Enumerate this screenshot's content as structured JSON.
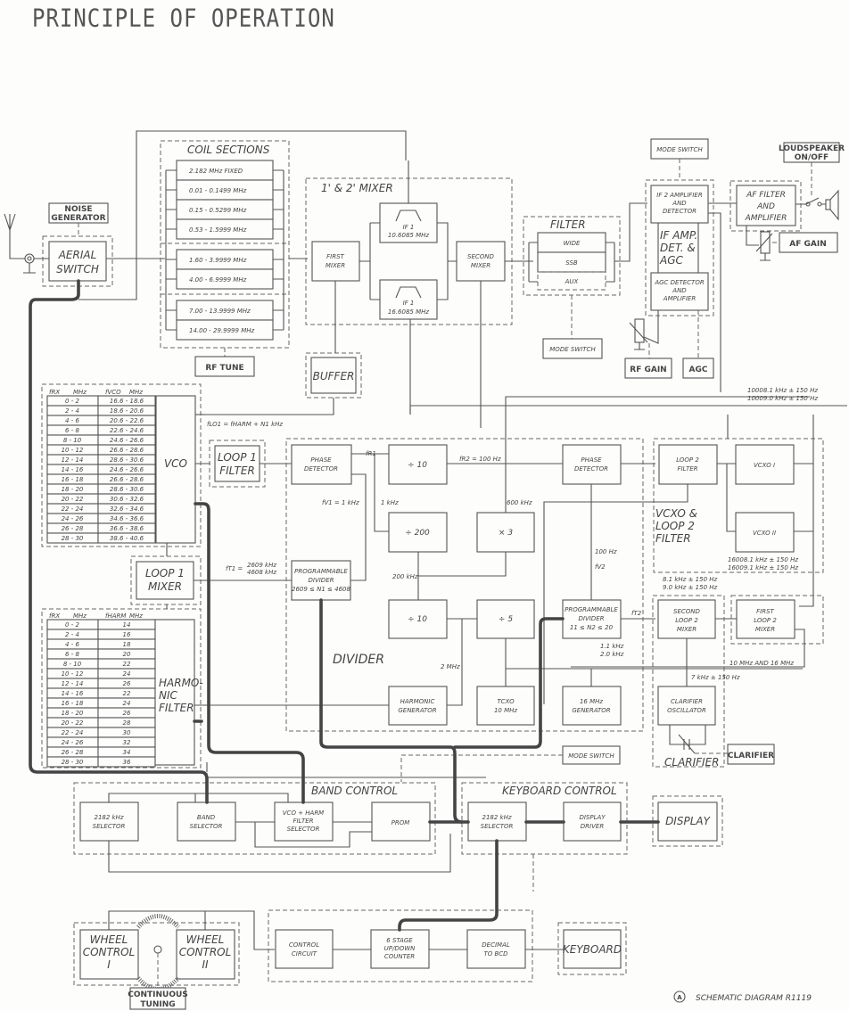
{
  "title": "PRINCIPLE OF OPERATION",
  "footer": {
    "mark": "A",
    "caption": "SCHEMATIC DIAGRAM R1119"
  },
  "antenna": {
    "noise_generator": [
      "NOISE",
      "GENERATOR"
    ],
    "aerial_switch": [
      "AERIAL",
      "SWITCH"
    ]
  },
  "coil_sections": {
    "title": "COIL SECTIONS",
    "bands": [
      "2.182 MHz FIXED",
      "0.01 - 0.1499 MHz",
      "0.15 - 0.5299 MHz",
      "0.53 - 1.5999 MHz",
      "1.60 - 3.9999 MHz",
      "4.00 - 6.9999 MHz",
      "7.00 - 13.9999 MHz",
      "14.00 - 29.9999 MHz"
    ],
    "rf_tune": "RF TUNE"
  },
  "mixer": {
    "title": "1' & 2' MIXER",
    "first": [
      "FIRST",
      "MIXER"
    ],
    "second": [
      "SECOND",
      "MIXER"
    ],
    "if1_a": [
      "IF 1",
      "10.6085 MHz"
    ],
    "if1_b": [
      "IF 1",
      "16.6085 MHz"
    ]
  },
  "buffer": "BUFFER",
  "filter": {
    "title": "FILTER",
    "options": [
      "WIDE",
      "SSB",
      "AUX"
    ],
    "mode_switch": "MODE SWITCH"
  },
  "if_amp": {
    "mode_switch": "MODE SWITCH",
    "if2": [
      "IF 2 AMPLIFIER",
      "AND",
      "DETECTOR"
    ],
    "label": [
      "IF AMP.",
      "DET. &",
      "AGC"
    ],
    "agc_det": [
      "AGC DETECTOR",
      "AND",
      "AMPLIFIER"
    ],
    "rf_gain": "RF GAIN",
    "agc": "AGC"
  },
  "af": {
    "box": [
      "AF FILTER",
      "AND",
      "AMPLIFIER"
    ],
    "loudspeaker": [
      "LOUDSPEAKER",
      "ON/OFF"
    ],
    "af_gain": "AF GAIN"
  },
  "vco_table": {
    "headers": [
      "fRX",
      "MHz",
      "fVCO",
      "MHz"
    ],
    "rows": [
      [
        "0 - 2",
        "16.6 - 18.6"
      ],
      [
        "2 - 4",
        "18.6 - 20.6"
      ],
      [
        "4 - 6",
        "20.6 - 22.6"
      ],
      [
        "6 - 8",
        "22.6 - 24.6"
      ],
      [
        "8 - 10",
        "24.6 - 26.6"
      ],
      [
        "10 - 12",
        "26.6 - 28.6"
      ],
      [
        "12 - 14",
        "28.6 - 30.6"
      ],
      [
        "14 - 16",
        "24.6 - 26.6"
      ],
      [
        "16 - 18",
        "26.6 - 28.6"
      ],
      [
        "18 - 20",
        "28.6 - 30.6"
      ],
      [
        "20 - 22",
        "30.6 - 32.6"
      ],
      [
        "22 - 24",
        "32.6 - 34.6"
      ],
      [
        "24 - 26",
        "34.6 - 36.6"
      ],
      [
        "26 - 28",
        "36.6 - 38.6"
      ],
      [
        "28 - 30",
        "38.6 - 40.6"
      ]
    ],
    "vco": "VCO"
  },
  "harm_table": {
    "headers": [
      "fRX",
      "MHz",
      "fHARM",
      "MHz"
    ],
    "rows": [
      [
        "0 - 2",
        "14"
      ],
      [
        "2 - 4",
        "16"
      ],
      [
        "4 - 6",
        "18"
      ],
      [
        "6 - 8",
        "20"
      ],
      [
        "8 - 10",
        "22"
      ],
      [
        "10 - 12",
        "24"
      ],
      [
        "12 - 14",
        "26"
      ],
      [
        "14 - 16",
        "22"
      ],
      [
        "16 - 18",
        "24"
      ],
      [
        "18 - 20",
        "26"
      ],
      [
        "20 - 22",
        "28"
      ],
      [
        "22 - 24",
        "30"
      ],
      [
        "24 - 26",
        "32"
      ],
      [
        "26 - 28",
        "34"
      ],
      [
        "28 - 30",
        "36"
      ]
    ],
    "filter": [
      "HARMO-",
      "NIC",
      "FILTER"
    ]
  },
  "loop1": {
    "filter": [
      "LOOP 1",
      "FILTER"
    ],
    "mixer": [
      "LOOP 1",
      "MIXER"
    ],
    "flo1": "fLO1 = fHARM + N1 kHz",
    "ft1": [
      "fT1 =",
      "2609 kHz",
      "4608 kHz"
    ]
  },
  "divider": {
    "title": "DIVIDER",
    "phase1": [
      "PHASE",
      "DETECTOR"
    ],
    "div10a": "÷ 10",
    "div200": "÷ 200",
    "x3": "× 3",
    "prog1": [
      "PROGRAMMABLE",
      "DIVIDER",
      "2609 ≤ N1 ≤ 4608"
    ],
    "div10b": "÷ 10",
    "div5": "÷ 5",
    "harmgen": [
      "HARMONIC",
      "GENERATOR"
    ],
    "tcxo": [
      "TCXO",
      "10 MHz"
    ],
    "phase2": [
      "PHASE",
      "DETECTOR"
    ],
    "prog2": [
      "PROGRAMMABLE",
      "DIVIDER",
      "11 ≤ N2 ≤ 20"
    ],
    "gen16": [
      "16 MHz",
      "GENERATOR"
    ],
    "labels": {
      "fr1": "fR1",
      "fr2": "fR2 = 100 Hz",
      "fv1": "fV1 = 1 kHz",
      "k1": "1 kHz",
      "k600": "600 kHz",
      "k200": "200 kHz",
      "m2": "2 MHz",
      "hz100": "100 Hz",
      "fv2": "fV2",
      "ft2": "fT2",
      "ft2vals": [
        "1.1 kHz",
        "2.0 kHz"
      ]
    }
  },
  "vcxo": {
    "loop2": [
      "LOOP 2",
      "FILTER"
    ],
    "vcxo1": "VCXO I",
    "vcxo2": "VCXO II",
    "label": [
      "VCXO &",
      "LOOP 2",
      "FILTER"
    ],
    "f10": [
      "10008.1 kHz ± 150 Hz",
      "10009.0 kHz ± 150 Hz"
    ],
    "f16": [
      "16008.1 kHz ± 150 Hz",
      "16009.1 kHz ± 150 Hz"
    ],
    "f8": [
      "8.1 kHz ± 150 Hz",
      "9.0 kHz ± 150 Hz"
    ]
  },
  "loop2mix": {
    "second": [
      "SECOND",
      "LOOP 2",
      "MIXER"
    ],
    "first": [
      "FIRST",
      "LOOP 2",
      "MIXER"
    ],
    "ref": "10 MHz AND 16 MHz",
    "k7": "7 kHz ± 150 Hz"
  },
  "clarifier": {
    "osc": [
      "CLARIFIER",
      "OSCILLATOR"
    ],
    "title": "CLARIFIER",
    "control": "CLARIFIER"
  },
  "mode_switch3": "MODE SWITCH",
  "band_control": {
    "title": "BAND CONTROL",
    "sel2182": [
      "2182 kHz",
      "SELECTOR"
    ],
    "band": [
      "BAND",
      "SELECTOR"
    ],
    "vcoharm": [
      "VCO + HARM",
      "FILTER",
      "SELECTOR"
    ],
    "prom": "PROM"
  },
  "keyboard_control": {
    "title": "KEYBOARD CONTROL",
    "sel2182": [
      "2182 kHz",
      "SELECTOR"
    ],
    "driver": [
      "DISPLAY",
      "DRIVER"
    ],
    "display": "DISPLAY"
  },
  "tuning": {
    "wheel1": [
      "WHEEL",
      "CONTROL",
      "I"
    ],
    "wheel2": [
      "WHEEL",
      "CONTROL",
      "II"
    ],
    "continuous": [
      "CONTINUOUS",
      "TUNING"
    ],
    "control": [
      "CONTROL",
      "CIRCUIT"
    ],
    "counter": [
      "6 STAGE",
      "UP/DOWN",
      "COUNTER"
    ],
    "decimal": [
      "DECIMAL",
      "TO BCD"
    ],
    "keyboard": "KEYBOARD"
  }
}
